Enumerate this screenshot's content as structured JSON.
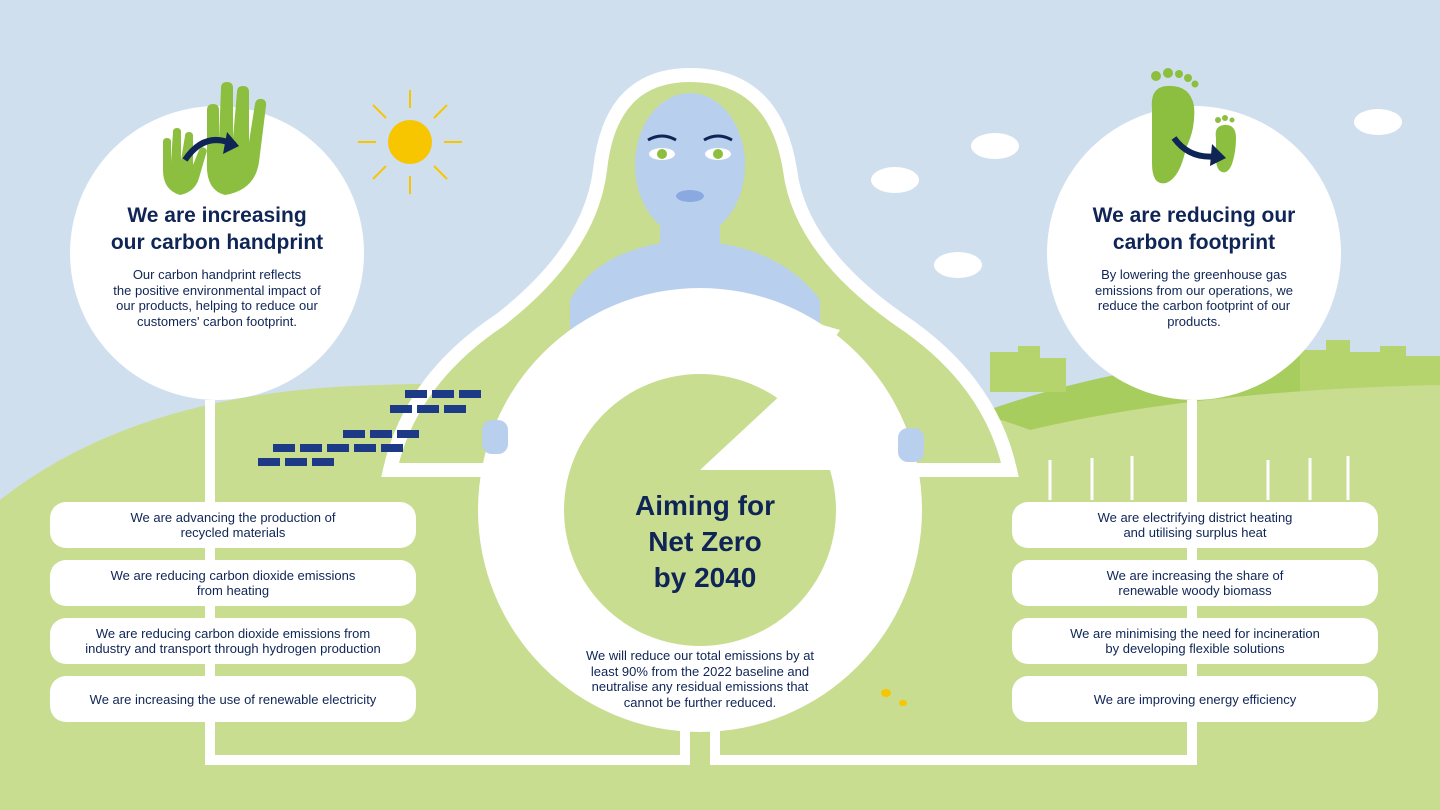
{
  "left_panel": {
    "title": "We are increasing\nour carbon handprint",
    "body": "Our carbon handprint reflects\nthe positive environmental impact of\nour products, helping to reduce our\ncustomers' carbon footprint.",
    "items": [
      "We are advancing the production of\nrecycled materials",
      "We are reducing carbon dioxide emissions\nfrom heating",
      "We are reducing carbon dioxide emissions from\nindustry and transport through hydrogen production",
      "We are increasing the use of renewable electricity"
    ]
  },
  "right_panel": {
    "title": "We are reducing our\ncarbon footprint",
    "body": "By lowering the greenhouse gas\nemissions from our operations, we\nreduce the carbon footprint of our\nproducts.",
    "items": [
      "We are electrifying district heating\nand utilising surplus heat",
      "We are increasing the share of\nrenewable woody biomass",
      "We are minimising the need for incineration\nby developing flexible solutions",
      "We are improving energy efficiency"
    ]
  },
  "center": {
    "headline": "Aiming for\nNet Zero\nby 2040",
    "body": "We will reduce our total emissions by at\nleast 90% from the 2022 baseline and\nneutralise any residual emissions that\ncannot be further reduced."
  },
  "colors": {
    "sky": "#cfdfee",
    "green_light": "#c8dd90",
    "green_dark": "#8cbf3f",
    "navy": "#0f2556",
    "sun": "#f7c600"
  },
  "icons": [
    "sun-icon",
    "hand-icon",
    "footprint-icon",
    "cloud-icon",
    "solar-panel-icon",
    "wind-turbine-icon",
    "bee-icon",
    "city-skyline-icon"
  ]
}
